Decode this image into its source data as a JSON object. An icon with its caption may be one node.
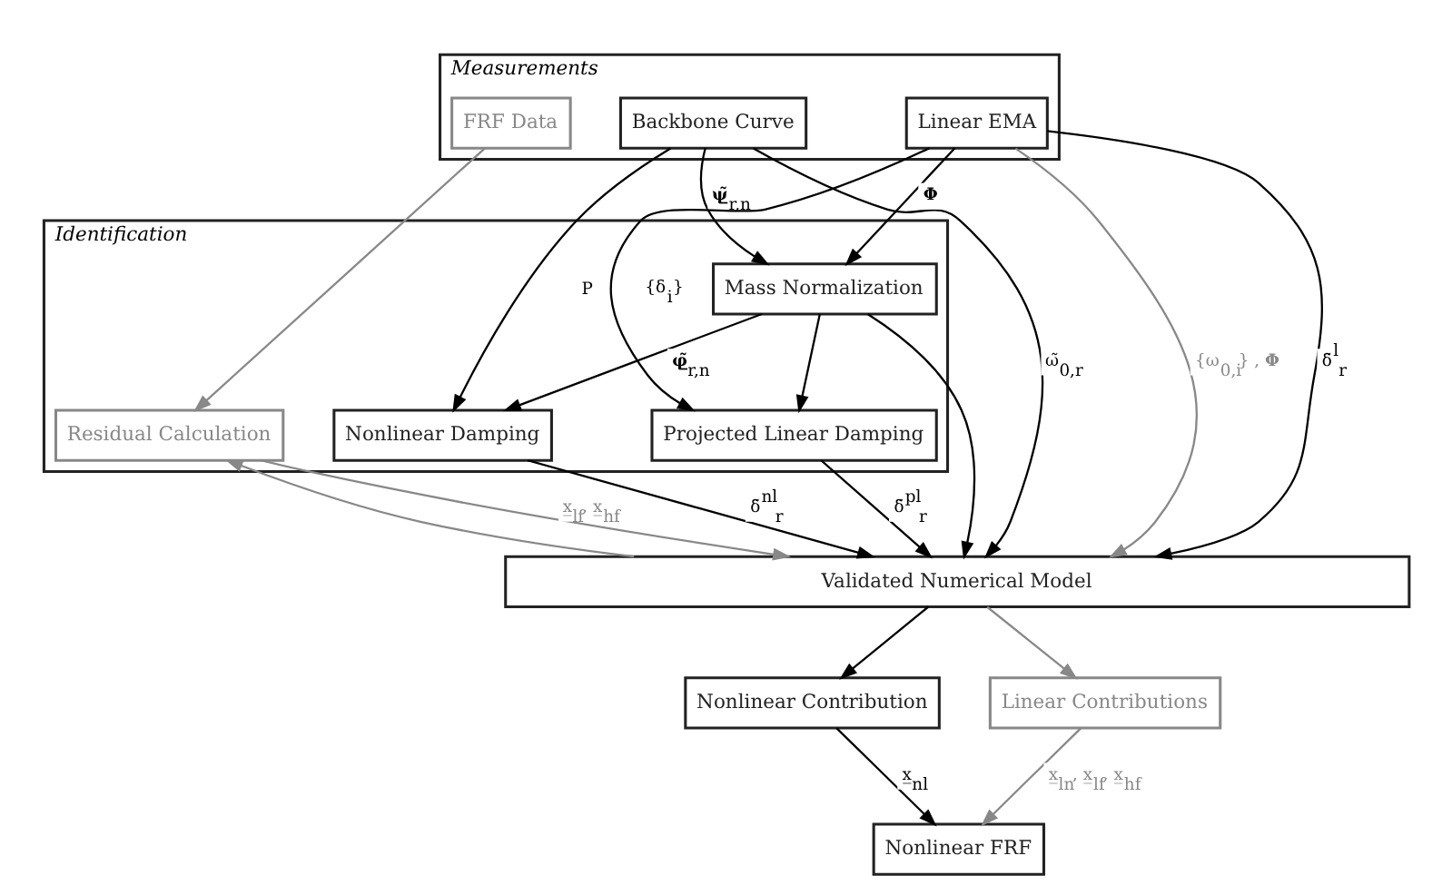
{
  "diagram": {
    "nodes": [
      {
        "text": [
          "Measurements"
        ]
      },
      {
        "text": [
          "Backbone Curve"
        ],
        "in": 0
      },
      {
        "text": [
          "Linear EMA"
        ],
        "in": 0
      },
      {
        "text": [
          "FRF Data"
        ],
        "in": 0
      },
      {
        "text": [
          "Identification"
        ]
      },
      {
        "text": [
          "Mass Normalization"
        ],
        "in": 4
      },
      {
        "text": [
          "Nonlinear Damping"
        ],
        "in": 4
      },
      {
        "text": [
          "Projected Linear Damping"
        ],
        "in": 4
      },
      {
        "text": [
          "Residual Calculation"
        ],
        "in": 4
      },
      {
        "text": [
          "Validated Numerical Model"
        ]
      },
      {
        "text": [
          "Nonlinear Contribution"
        ]
      },
      {
        "text": [
          "Linear Contributions"
        ]
      },
      {
        "text": [
          "Nonlinear FRF"
        ]
      }
    ],
    "edges": [
      {
        "from": 1,
        "to": 9,
        "arrow": "to",
        "label": "ω̃$_{0,r}$"
      },
      {
        "from": 1,
        "to": 6,
        "arrow": "to",
        "label": "P"
      },
      {
        "from": 1,
        "to": 5,
        "arrow": "to",
        "label": "**ψ̲̃**$_{r,n}$"
      },
      {
        "from": 2,
        "to": 5,
        "arrow": "to",
        "label": "**Φ**"
      },
      {
        "from": 2,
        "to": 7,
        "arrow": "to",
        "label": "{δ$_{i}$}"
      },
      {
        "from": 2,
        "to": 9,
        "arrow": "to",
        "label": "δ̃$^{l}$$_{r}$"
      },
      {
        "from": 2,
        "to": 9,
        "arrow": "to",
        "label": "{ω$_{0,i}$} , **Φ**",
        "color": "#888888"
      },
      {
        "from": 3,
        "to": 8,
        "arrow": "to",
        "color": "#888888"
      },
      {
        "from": 5,
        "to": 6,
        "arrow": "to",
        "label": "**φ̲̃**$_{r,n}$"
      },
      {
        "from": 5,
        "to": 7,
        "arrow": "to"
      },
      {
        "from": 5,
        "to": 9,
        "arrow": "to"
      },
      {
        "from": 6,
        "to": 9,
        "arrow": "to",
        "label": "δ̃$^{nl}$$_{r}$"
      },
      {
        "from": 7,
        "to": 9,
        "arrow": "to",
        "label": "δ̃$^{pl}$$_{r}$"
      },
      {
        "from": 8,
        "to": 9,
        "arrow": "to",
        "label": "x̲$_{lf}$, x̲$_{hf}$",
        "color": "#888888"
      },
      {
        "from": 9,
        "to": 8,
        "arrow": "to",
        "color": "#888888"
      },
      {
        "from": 9,
        "to": 10,
        "arrow": "to"
      },
      {
        "from": 9,
        "to": 11,
        "arrow": "to",
        "color": "#888888"
      },
      {
        "from": 10,
        "to": 12,
        "arrow": "to",
        "label": "x̲$_{nl}$"
      },
      {
        "from": 11,
        "to": 12,
        "arrow": "to",
        "label": "x̲$_{ln}$, x̲$_{lf}$, x̲$_{hf}$",
        "color": "#888888"
      }
    ]
  }
}
